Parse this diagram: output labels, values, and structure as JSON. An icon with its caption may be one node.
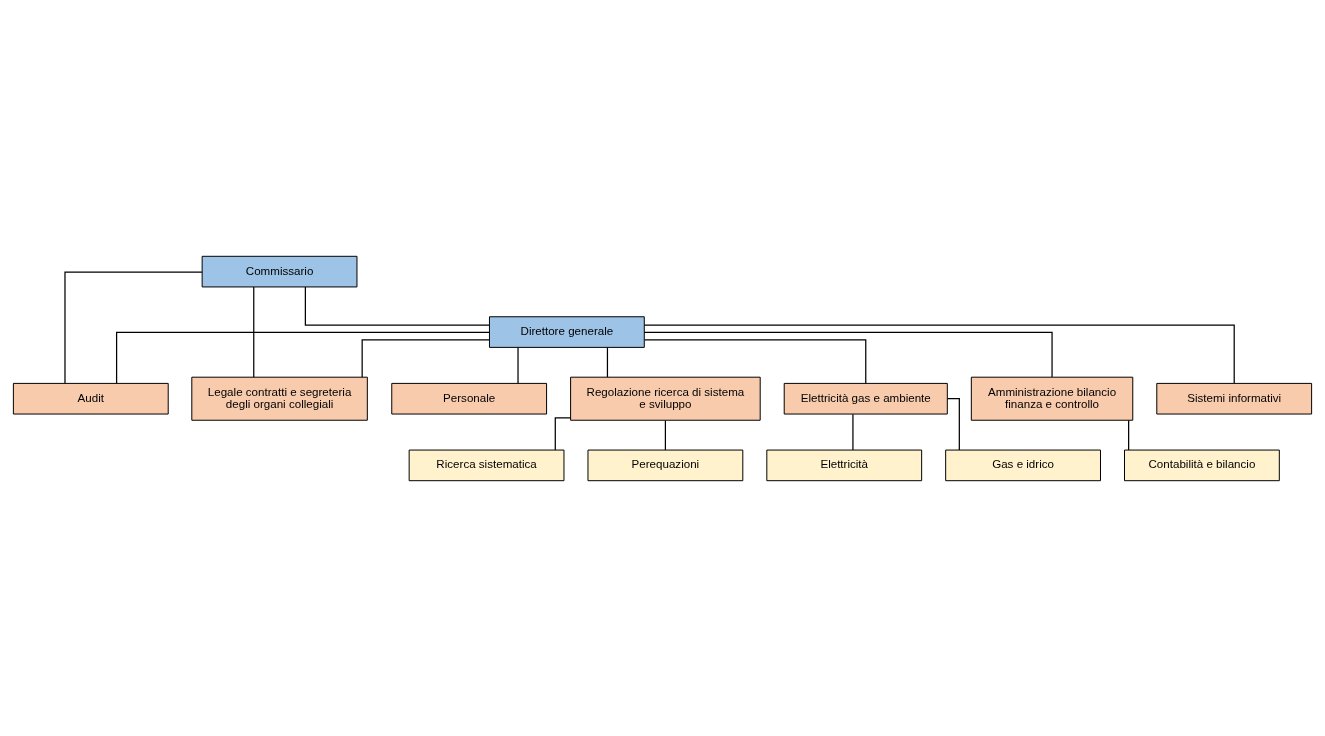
{
  "diagram": {
    "nodes": [
      {
        "text": [
          "Commissario"
        ]
      },
      {
        "text": [
          "Direttore generale"
        ]
      },
      {
        "text": [
          "Audit"
        ]
      },
      {
        "text": [
          "Sistemi informativi"
        ]
      },
      {
        "text": [
          "Legale contratti e segreteria degli organi collegiali"
        ]
      },
      {
        "text": [
          "Personale"
        ]
      },
      {
        "text": [
          "Regolazione ricerca di sistema e sviluppo"
        ]
      },
      {
        "text": [
          "Elettricità gas e ambiente"
        ]
      },
      {
        "text": [
          "Amministrazione bilancio finanza e controllo"
        ]
      },
      {
        "text": [
          "Ricerca sistematica"
        ]
      },
      {
        "text": [
          "Perequazioni"
        ]
      },
      {
        "text": [
          "Elettricità"
        ]
      },
      {
        "text": [
          "Gas e idrico"
        ]
      },
      {
        "text": [
          "Contabilità e bilancio"
        ]
      }
    ],
    "edges": [
      {
        "from": 0,
        "to": 2,
        "arrow": "none"
      },
      {
        "from": 0,
        "to": 1,
        "arrow": "none"
      },
      {
        "from": 0,
        "to": 4,
        "arrow": "none"
      },
      {
        "from": 1,
        "to": 2,
        "arrow": "none"
      },
      {
        "from": 1,
        "to": 3,
        "arrow": "none"
      },
      {
        "from": 1,
        "to": 4,
        "arrow": "none"
      },
      {
        "from": 1,
        "to": 5,
        "arrow": "none"
      },
      {
        "from": 1,
        "to": 6,
        "arrow": "none"
      },
      {
        "from": 1,
        "to": 7,
        "arrow": "none"
      },
      {
        "from": 1,
        "to": 8,
        "arrow": "none"
      },
      {
        "from": 6,
        "to": 9,
        "arrow": "none"
      },
      {
        "from": 6,
        "to": 10,
        "arrow": "none"
      },
      {
        "from": 7,
        "to": 11,
        "arrow": "none"
      },
      {
        "from": 7,
        "to": 12,
        "arrow": "none"
      },
      {
        "from": 8,
        "to": 13,
        "arrow": "none"
      }
    ]
  }
}
